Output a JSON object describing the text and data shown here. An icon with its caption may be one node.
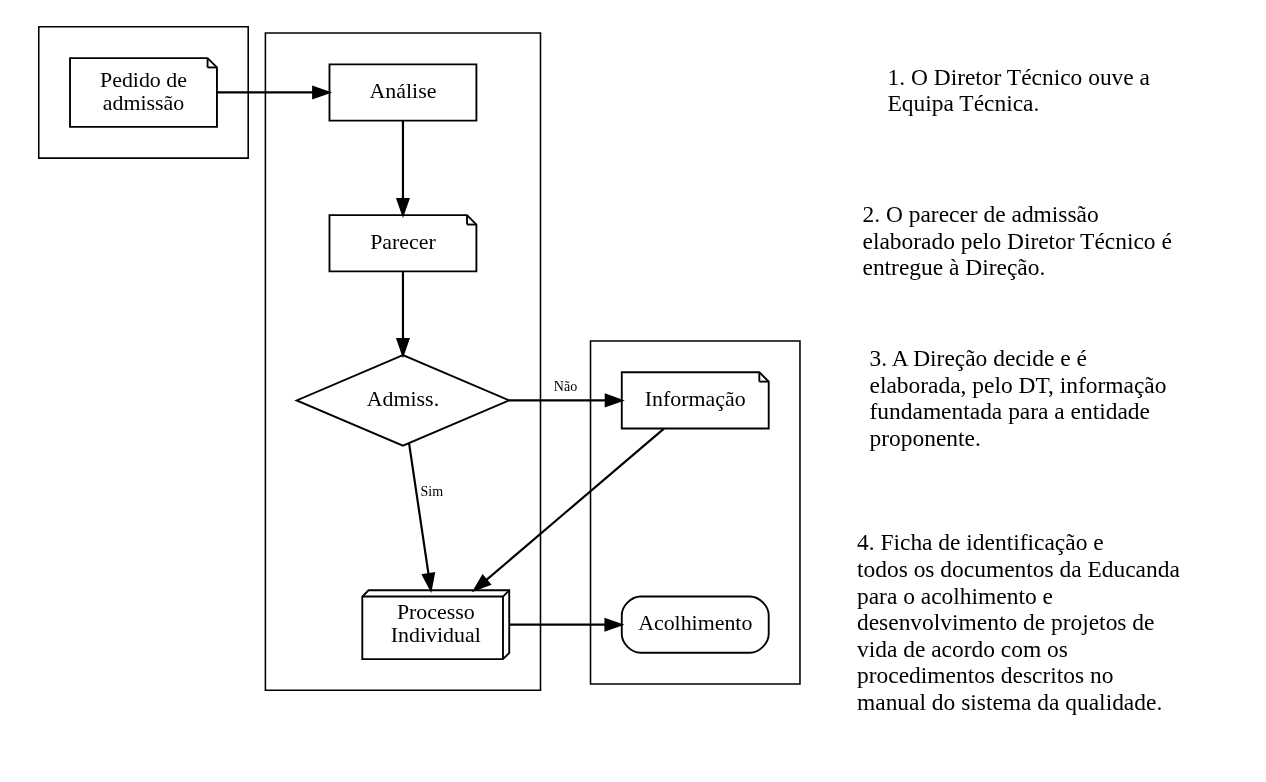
{
  "diagram": {
    "nodes": [
      {
        "text": [],
        "shape": "box"
      },
      {
        "text": [
          "Pedido de admissão"
        ],
        "in": 0
      },
      {
        "text": [],
        "shape": "box"
      },
      {
        "text": [
          "Análise"
        ],
        "in": 2
      },
      {
        "text": [
          "Parecer"
        ],
        "in": 2
      },
      {
        "text": [
          "Admiss."
        ],
        "in": 2
      },
      {
        "text": [
          "Processo Individual"
        ],
        "in": 2
      },
      {
        "text": [],
        "shape": "box"
      },
      {
        "text": [
          "Informação"
        ],
        "in": 7
      },
      {
        "text": [
          "Acolhimento"
        ],
        "in": 7
      }
    ],
    "edges": [
      {
        "from": 1,
        "to": 3,
        "arrow": "to"
      },
      {
        "from": 3,
        "to": 4,
        "arrow": "to"
      },
      {
        "from": 4,
        "to": 5,
        "arrow": "to"
      },
      {
        "from": 5,
        "to": 8,
        "arrow": "to",
        "label": "Não"
      },
      {
        "from": 5,
        "to": 6,
        "arrow": "to",
        "label": "Sim"
      },
      {
        "from": 8,
        "to": 6,
        "arrow": "to"
      },
      {
        "from": 6,
        "to": 9,
        "arrow": "to"
      }
    ],
    "labels": [
      "1. O Diretor Técnico ouve a Equipa Técnica.",
      "2. O parecer de admissão elaborado pelo Diretor Técnico é entregue à Direção.",
      "3. A Direção decide e é elaborada, pelo DT, informação fundamentada para a entidade proponente.",
      "4. Ficha de identificação e todos os documentos da Educanda para o acolhimento e desenvolvimento de projetos de vida de acordo com os procedimentos descritos no manual do sistema da qualidade."
    ]
  }
}
